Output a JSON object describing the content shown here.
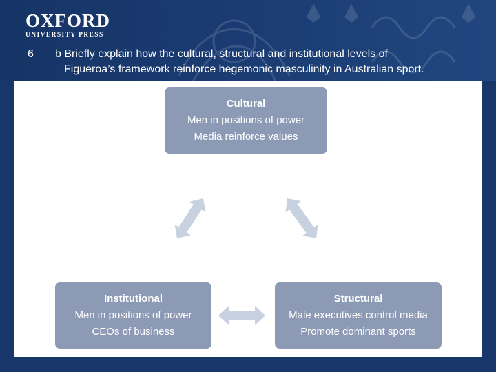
{
  "header": {
    "logo_main": "OXFORD",
    "logo_sub": "UNIVERSITY PRESS",
    "question_number": "6",
    "question_line1": "b Briefly explain how the cultural, structural and institutional levels of",
    "question_line2": "Figueroa’s framework reinforce hegemonic masculinity in Australian sport."
  },
  "diagram": {
    "cultural": {
      "title": "Cultural",
      "lines": [
        "Men in positions of power",
        "Media reinforce values"
      ]
    },
    "institutional": {
      "title": "Institutional",
      "lines": [
        "Men in positions of power",
        "CEOs of business"
      ]
    },
    "structural": {
      "title": "Structural",
      "lines": [
        "Male executives control media",
        "Promote dominant sports"
      ]
    },
    "arrows": [
      "double-arrow-icon",
      "double-arrow-icon",
      "double-arrow-icon"
    ]
  },
  "colors": {
    "background": "#17376b",
    "panel": "#ffffff",
    "box_fill": "#8c9ab5",
    "arrow_fill": "#c8d1e0"
  }
}
